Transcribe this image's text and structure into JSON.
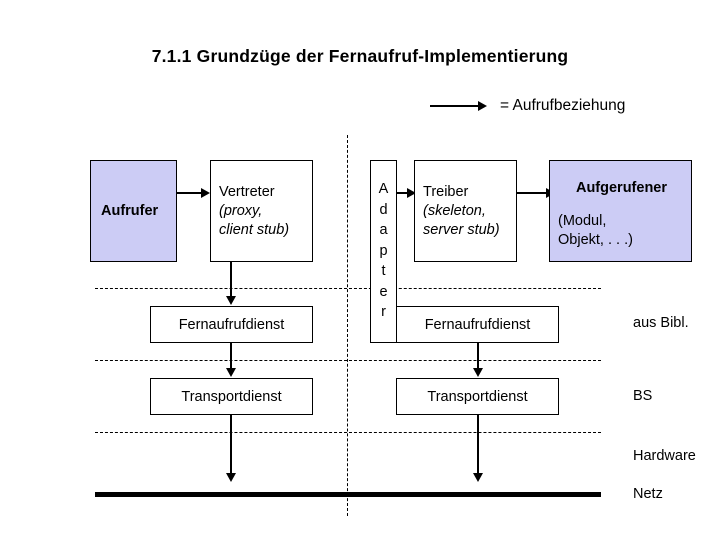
{
  "slide": {
    "title": "7.1.1  Grundzüge der Fernaufruf-Implementierung",
    "background_color": "#ffffff",
    "accent_fill": "#ccccf5"
  },
  "legend": {
    "icon": "arrow-right-icon",
    "label": "= Aufrufbeziehung"
  },
  "diagram": {
    "client_side": {
      "caller": {
        "label": "Aufrufer",
        "fill": "#ccccf5",
        "bold": true
      },
      "proxy": {
        "title": "Vertreter",
        "sub1": "(proxy,",
        "sub2": "client stub)",
        "fill": "#ffffff"
      },
      "rpc_service": {
        "label": "Fernaufrufdienst"
      },
      "transport_service": {
        "label": "Transportdienst"
      }
    },
    "adapter": {
      "letters": [
        "A",
        "d",
        "a",
        "p",
        "t",
        "e",
        "r"
      ],
      "label": "Adapter"
    },
    "server_side": {
      "driver": {
        "title": "Treiber",
        "sub1": "(skeleton,",
        "sub2": "server stub)",
        "fill": "#ffffff"
      },
      "callee": {
        "title": "Aufgerufener",
        "sub1": "(Modul,",
        "sub2": " Objekt, . . .)",
        "fill": "#ccccf5",
        "bold": true
      },
      "rpc_service": {
        "label": "Fernaufrufdienst"
      },
      "transport_service": {
        "label": "Transportdienst"
      }
    },
    "layer_labels": [
      {
        "label": "aus Bibl."
      },
      {
        "label": "BS"
      },
      {
        "label": "Hardware"
      },
      {
        "label": "Netz"
      }
    ]
  }
}
